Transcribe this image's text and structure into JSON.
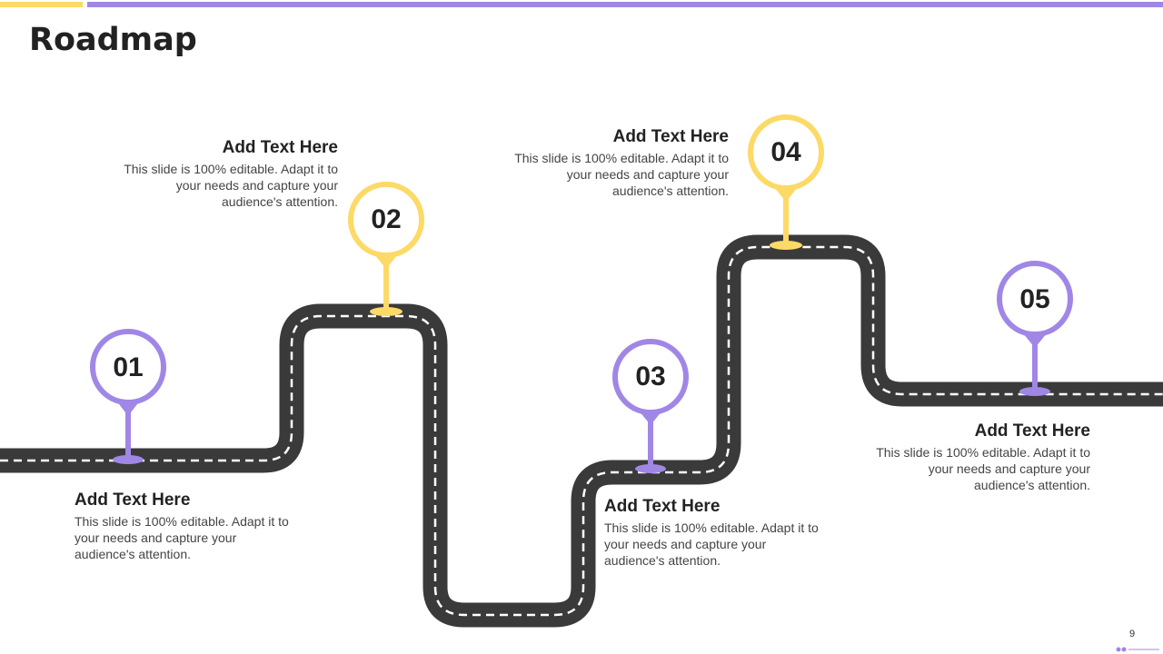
{
  "title": "Roadmap",
  "page_number": "9",
  "colors": {
    "yellow": "#FDD966",
    "purple": "#A087E6",
    "road": "#3A3A3A",
    "lane": "#FFFFFF",
    "text": "#222222"
  },
  "milestones": [
    {
      "number": "01",
      "color": "purple",
      "heading": "Add Text Here",
      "body": "This slide is 100% editable. Adapt it to your needs and capture your audience's attention."
    },
    {
      "number": "02",
      "color": "yellow",
      "heading": "Add Text Here",
      "body": "This slide is 100% editable. Adapt it to your needs and capture your audience's attention."
    },
    {
      "number": "03",
      "color": "purple",
      "heading": "Add Text Here",
      "body": "This slide is 100% editable. Adapt it to your needs and capture your audience's attention."
    },
    {
      "number": "04",
      "color": "yellow",
      "heading": "Add Text Here",
      "body": "This slide is 100% editable. Adapt it to your needs and capture your audience's attention."
    },
    {
      "number": "05",
      "color": "purple",
      "heading": "Add Text Here",
      "body": "This slide is 100% editable. Adapt it to your needs and capture your audience's attention."
    }
  ]
}
